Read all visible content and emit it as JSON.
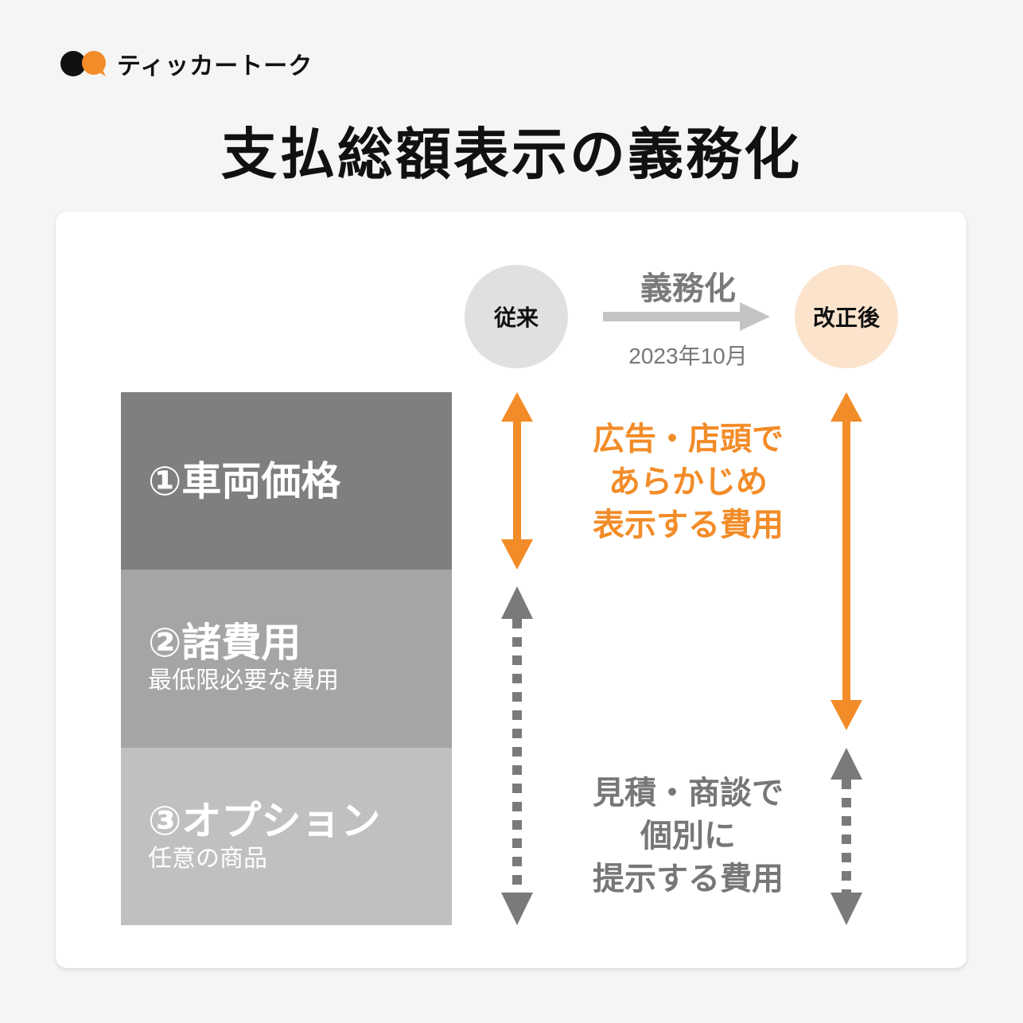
{
  "brand": {
    "name": "ティッカートーク",
    "colors": {
      "dark": "#111111",
      "orange": "#f28c28"
    }
  },
  "title": "支払総額表示の義務化",
  "timeline": {
    "before_label": "従来",
    "after_label": "改正後",
    "arrow_label": "義務化",
    "date": "2023年10月"
  },
  "cost_items": [
    {
      "label": "①車両価格",
      "sub": ""
    },
    {
      "label": "②諸費用",
      "sub": "最低限必要な費用"
    },
    {
      "label": "③オプション",
      "sub": "任意の商品"
    }
  ],
  "notes": {
    "advertised": [
      "広告・店頭で",
      "あらかじめ",
      "表示する費用"
    ],
    "individual": [
      "見積・商談で",
      "個別に",
      "提示する費用"
    ]
  },
  "colors": {
    "orange": "#f28c28",
    "gray_arrow": "#7a7a7a",
    "box1": "#7f7f7f",
    "box2": "#a5a5a5",
    "box3": "#c0c0c0",
    "circle_before": "#e0e0e0",
    "circle_after": "#fbe3cc"
  }
}
